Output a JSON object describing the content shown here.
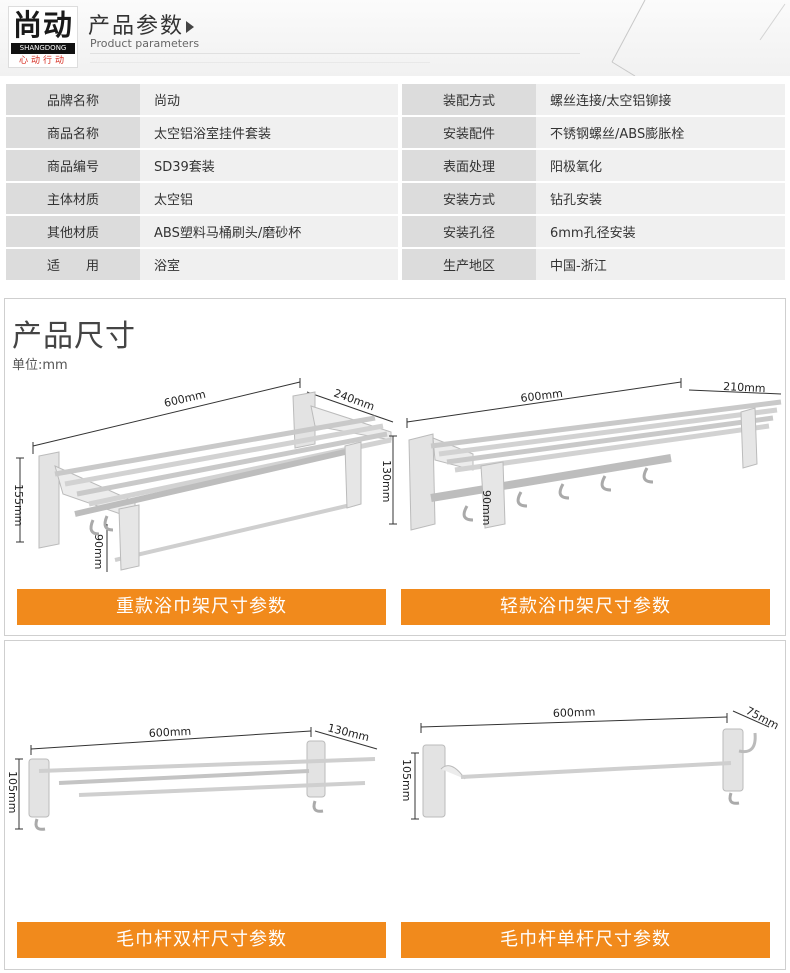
{
  "header": {
    "logo_main": "尚动",
    "logo_en": "SHANGDONG",
    "logo_slogan": "心动行动",
    "title": "产品参数",
    "subtitle": "Product parameters"
  },
  "specs": [
    {
      "k1": "品牌名称",
      "v1": "尚动",
      "k2": "装配方式",
      "v2": "螺丝连接/太空铝铆接"
    },
    {
      "k1": "商品名称",
      "v1": "太空铝浴室挂件套装",
      "k2": "安装配件",
      "v2": "不锈钢螺丝/ABS膨胀栓"
    },
    {
      "k1": "商品编号",
      "v1": "SD39套装",
      "k2": "表面处理",
      "v2": "阳极氧化"
    },
    {
      "k1": "主体材质",
      "v1": "太空铝",
      "k2": "安装方式",
      "v2": "钻孔安装"
    },
    {
      "k1": "其他材质",
      "v1": "ABS塑料马桶刷头/磨砂杯",
      "k2": "安装孔径",
      "v2": "6mm孔径安装"
    },
    {
      "k1": "适　　用",
      "v1": "浴室",
      "k2": "生产地区",
      "v2": "中国-浙江"
    }
  ],
  "size_section": {
    "title": "产品尺寸",
    "unit": "单位:mm"
  },
  "figures": {
    "heavy": {
      "w": "600mm",
      "d": "240mm",
      "h": "155mm",
      "hook": "90mm",
      "label": "重款浴巾架尺寸参数"
    },
    "light": {
      "w": "600mm",
      "d": "210mm",
      "h": "130mm",
      "hook": "90mm",
      "label": "轻款浴巾架尺寸参数"
    },
    "double": {
      "w": "600mm",
      "d": "130mm",
      "h": "105mm",
      "label": "毛巾杆双杆尺寸参数"
    },
    "single": {
      "w": "600mm",
      "d": "75mm",
      "h": "105mm",
      "label": "毛巾杆单杆尺寸参数"
    }
  },
  "colors": {
    "accent_orange": "#f18a1c",
    "spec_key_bg": "#dcdcdc",
    "spec_val_bg": "#f0f0f0",
    "logo_red": "#d62a1e"
  }
}
